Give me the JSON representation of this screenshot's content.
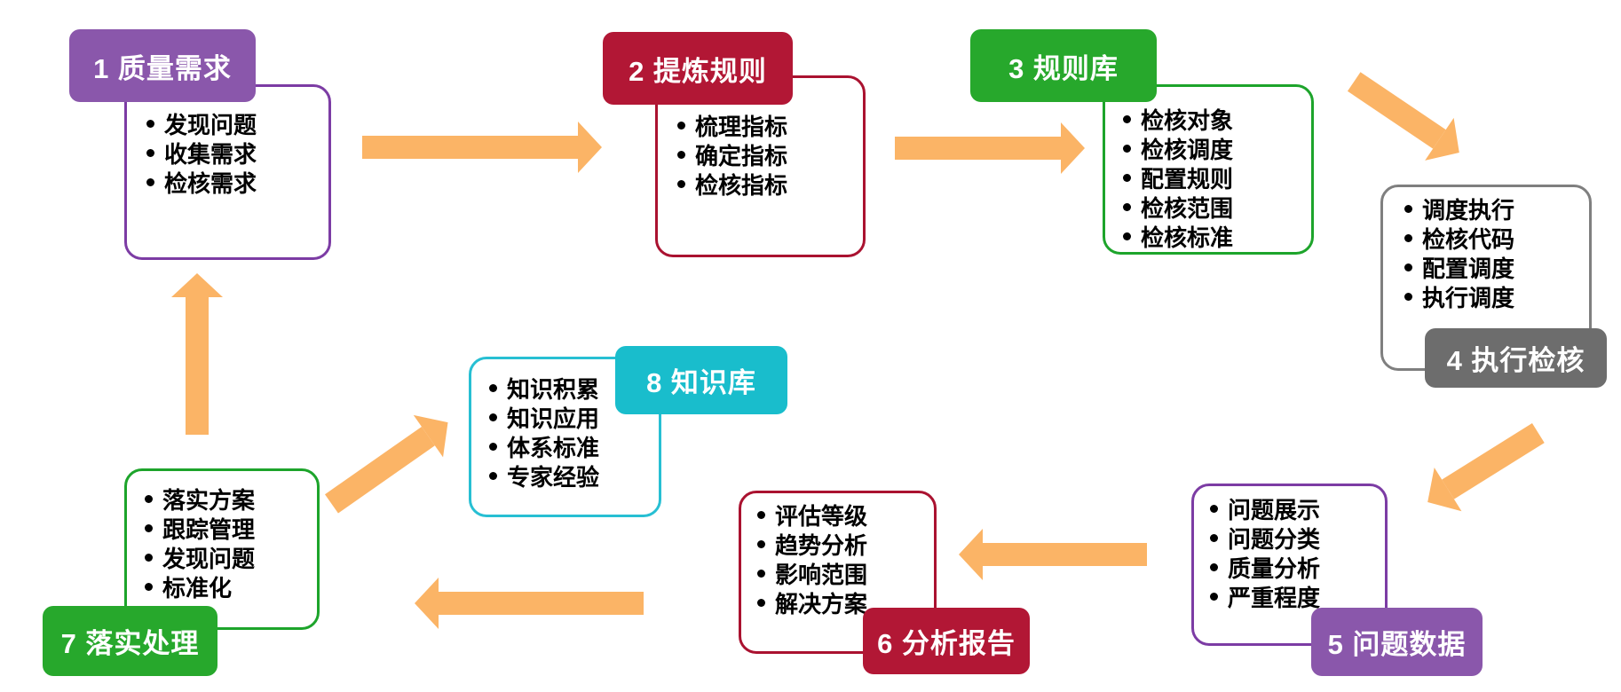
{
  "colors": {
    "purple": "#8A57AB",
    "purple_border": "#7C3CA4",
    "red": "#B21735",
    "red_border": "#AA1230",
    "green": "#27A82C",
    "green_border": "#1DA42B",
    "gray": "#6D6D6D",
    "gray_border": "#7F7F7F",
    "cyan": "#19BDCC",
    "cyan_border": "#27BFD3",
    "arrow": "#FBB466"
  },
  "nodes": [
    {
      "id": 1,
      "title": "1 质量需求",
      "theme": "purple",
      "items": [
        "发现问题",
        "收集需求",
        "检核需求"
      ]
    },
    {
      "id": 2,
      "title": "2 提炼规则",
      "theme": "red",
      "items": [
        "梳理指标",
        "确定指标",
        "检核指标"
      ]
    },
    {
      "id": 3,
      "title": "3 规则库",
      "theme": "green",
      "items": [
        "检核对象",
        "检核调度",
        "配置规则",
        "检核范围",
        "检核标准"
      ]
    },
    {
      "id": 4,
      "title": "4 执行检核",
      "theme": "gray",
      "items": [
        "调度执行",
        "检核代码",
        "配置调度",
        "执行调度"
      ]
    },
    {
      "id": 5,
      "title": "5 问题数据",
      "theme": "purple",
      "items": [
        "问题展示",
        "问题分类",
        "质量分析",
        "严重程度"
      ]
    },
    {
      "id": 6,
      "title": "6 分析报告",
      "theme": "red",
      "items": [
        "评估等级",
        "趋势分析",
        "影响范围",
        "解决方案"
      ]
    },
    {
      "id": 7,
      "title": "7 落实处理",
      "theme": "green",
      "items": [
        "落实方案",
        "跟踪管理",
        "发现问题",
        "标准化"
      ]
    },
    {
      "id": 8,
      "title": "8 知识库",
      "theme": "cyan",
      "items": [
        "知识积累",
        "知识应用",
        "体系标准",
        "专家经验"
      ]
    }
  ],
  "arrows": [
    {
      "from": "1 质量需求",
      "to": "2 提炼规则",
      "direction": "right"
    },
    {
      "from": "2 提炼规则",
      "to": "3 规则库",
      "direction": "right"
    },
    {
      "from": "3 规则库",
      "to": "4 执行检核",
      "direction": "down-right"
    },
    {
      "from": "4 执行检核",
      "to": "5 问题数据",
      "direction": "down-left"
    },
    {
      "from": "5 问题数据",
      "to": "6 分析报告",
      "direction": "left"
    },
    {
      "from": "6 分析报告",
      "to": "7 落实处理",
      "direction": "left"
    },
    {
      "from": "7 落实处理",
      "to": "8 知识库",
      "direction": "up-right"
    },
    {
      "from": "7 落实处理",
      "to": "1 质量需求",
      "direction": "up"
    }
  ]
}
